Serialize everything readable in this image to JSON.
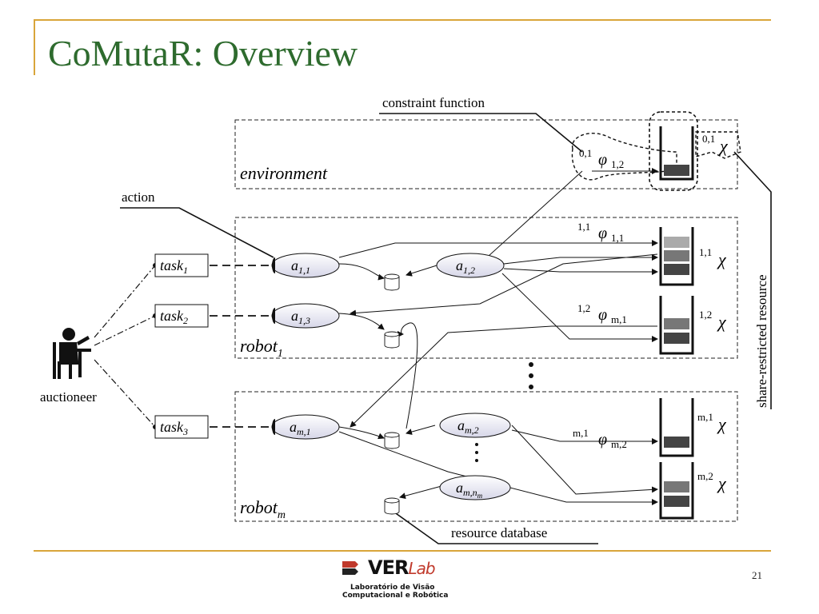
{
  "slide": {
    "title": "CoMutaR: Overview",
    "page_number": "21"
  },
  "logo": {
    "text_main": "VER",
    "text_lab": "Lab",
    "line1": "Laboratório de Visão",
    "line2": "Computacional e Robótica"
  },
  "diagram": {
    "callouts": {
      "constraint_function": "constraint function",
      "action": "action",
      "share_restricted_resource": "share-restricted resource",
      "resource_database": "resource database"
    },
    "regions": {
      "environment": "environment",
      "robot1": "robot",
      "robot1_sub": "1",
      "robotm": "robot",
      "robotm_sub": "m"
    },
    "auctioneer": "auctioneer",
    "tasks": [
      {
        "base": "task",
        "sub": "1"
      },
      {
        "base": "task",
        "sub": "2"
      },
      {
        "base": "task",
        "sub": "3"
      }
    ],
    "actions": [
      {
        "base": "a",
        "sub": "1,1"
      },
      {
        "base": "a",
        "sub": "1,2"
      },
      {
        "base": "a",
        "sub": "1,3"
      },
      {
        "base": "a",
        "sub": "m,1"
      },
      {
        "base": "a",
        "sub": "m,2"
      },
      {
        "base": "a",
        "sub": "m,n",
        "subsub": "m"
      }
    ],
    "constraints": [
      {
        "sup": "0,1",
        "sym": "φ",
        "sub": "1,2"
      },
      {
        "sup": "1,1",
        "sym": "φ",
        "sub": "1,1"
      },
      {
        "sup": "1,2",
        "sym": "φ",
        "sub": "m,1"
      },
      {
        "sup": "m,1",
        "sym": "φ",
        "sub": "m,2"
      }
    ],
    "resources": [
      {
        "sup": "0,1",
        "sym": "χ"
      },
      {
        "sup": "1,1",
        "sym": "χ"
      },
      {
        "sup": "1,2",
        "sym": "χ"
      },
      {
        "sup": "m,1",
        "sym": "χ"
      },
      {
        "sup": "m,2",
        "sym": "χ"
      }
    ],
    "ellipsis_dots": "⋮"
  }
}
